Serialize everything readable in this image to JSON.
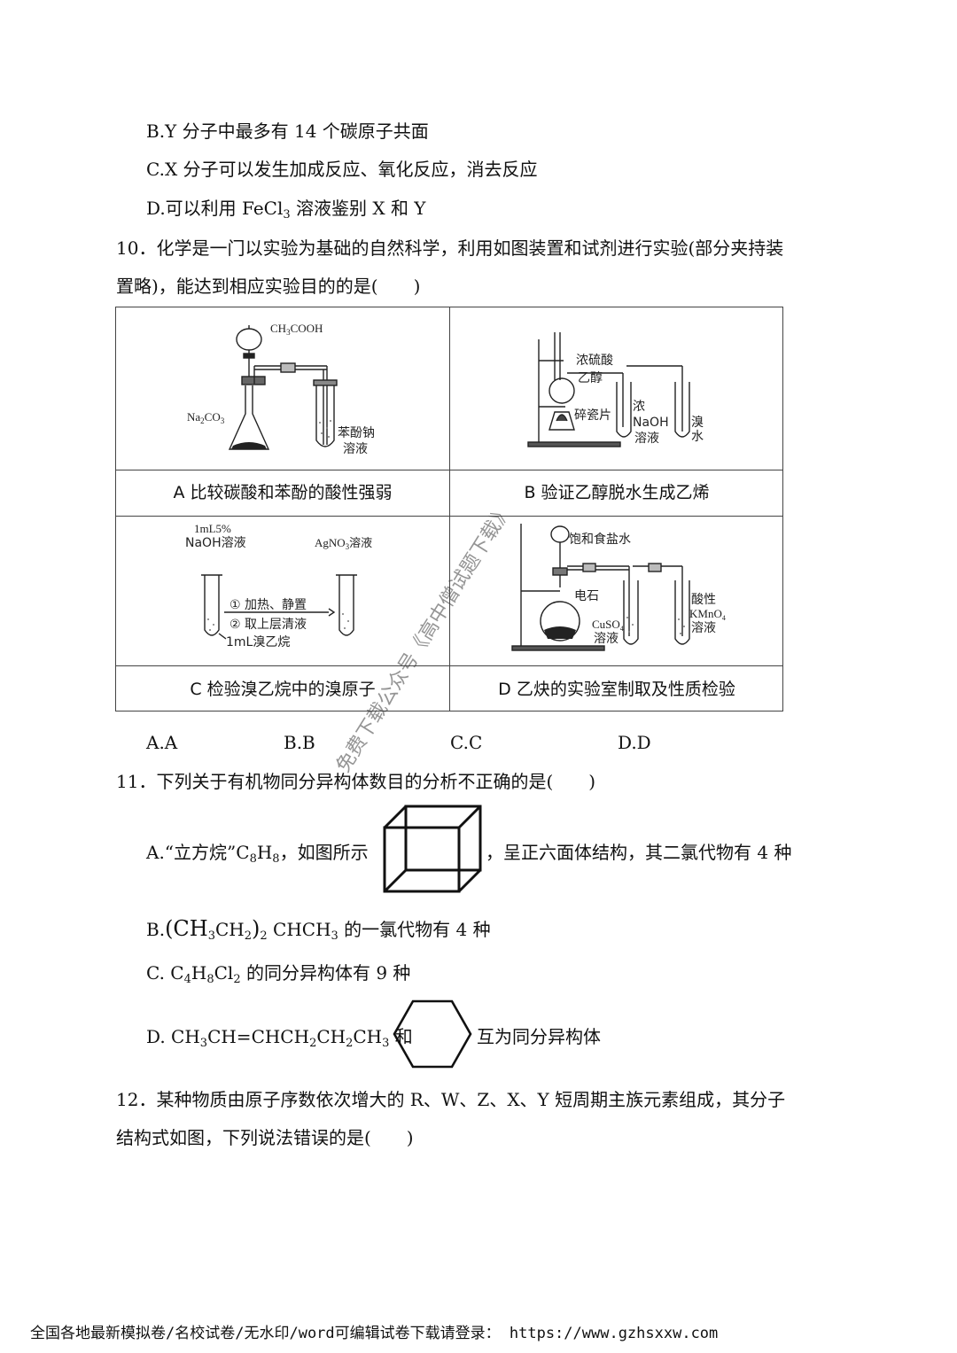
{
  "q9": {
    "opt_b": "B.Y 分子中最多有 14 个碳原子共面",
    "opt_c": "C.X 分子可以发生加成反应、氧化反应，消去反应",
    "opt_d_pre": "D.可以利用 FeCl",
    "opt_d_sub": "3",
    "opt_d_post": " 溶液鉴别 X 和 Y"
  },
  "q10": {
    "stem_line1": "10．化学是一门以实验为基础的自然科学，利用如图装置和试剂进行实验(部分夹持装",
    "stem_line2": "置略)，能达到相应实验目的的是(　　)",
    "cells": {
      "a_caption": "A 比较碳酸和苯酚的酸性强弱",
      "b_caption": "B 验证乙醇脱水生成乙烯",
      "c_caption": "C 检验溴乙烷中的溴原子",
      "d_caption": "D 乙炔的实验室制取及性质检验"
    },
    "labels": {
      "a_funnel": "CH",
      "a_funnel_sub": "3",
      "a_funnel_post": "COOH",
      "a_flask": "Na",
      "a_flask_sub1": "2",
      "a_flask_mid": "CO",
      "a_flask_sub2": "3",
      "a_tube1": "苯酚钠",
      "a_tube2": "溶液",
      "b_acid": "浓硫酸",
      "b_ethanol": "乙醇",
      "b_chips": "碎瓷片",
      "b_naoh1": "浓",
      "b_naoh2": "NaOH",
      "b_naoh3": "溶液",
      "b_br1": "溴",
      "b_br2": "水",
      "c_naoh1": "1mL5%",
      "c_naoh2": "NaOH溶液",
      "c_agno3_pre": "AgNO",
      "c_agno3_sub": "3",
      "c_agno3_post": "溶液",
      "c_step1": "① 加热、静置",
      "c_step2": "② 取上层清液",
      "c_bromo": "1mL溴乙烷",
      "d_brine": "饱和食盐水",
      "d_stone": "电石",
      "d_cuso4_pre": "CuSO",
      "d_cuso4_sub": "4",
      "d_cuso4_sol": "溶液",
      "d_kmno4_1": "酸性",
      "d_kmno4_2": "KMnO",
      "d_kmno4_sub": "4",
      "d_kmno4_3": "溶液"
    },
    "answers": [
      "A.A",
      "B.B",
      "C.C",
      "D.D"
    ]
  },
  "q11": {
    "stem": "11．下列关于有机物同分异构体数目的分析不正确的是(　　)",
    "opt_a_pre": "A.“立方烷”C",
    "opt_a_sub1": "8",
    "opt_a_mid": "H",
    "opt_a_sub2": "8",
    "opt_a_post": "，如图所示",
    "opt_a_tail": "，呈正六面体结构，其二氯代物有 4 种",
    "opt_b_1": "B.",
    "opt_b_2": "(CH",
    "opt_b_s1": "3",
    "opt_b_3": "CH",
    "opt_b_s2": "2",
    "opt_b_4": ")",
    "opt_b_s3": "2",
    "opt_b_5": " CHCH",
    "opt_b_s4": "3",
    "opt_b_6": " 的一氯代物有 4 种",
    "opt_c_1": "C. C",
    "opt_c_s1": "4",
    "opt_c_2": "H",
    "opt_c_s2": "8",
    "opt_c_3": "Cl",
    "opt_c_s3": "2",
    "opt_c_4": " 的同分异构体有 9 种",
    "opt_d_1": "D. CH",
    "opt_d_s1": "3",
    "opt_d_2": "CH=CHCH",
    "opt_d_s2": "2",
    "opt_d_3": "CH",
    "opt_d_s3": "2",
    "opt_d_4": "CH",
    "opt_d_s4": "3",
    "opt_d_5": " 和",
    "opt_d_tail": "互为同分异构体"
  },
  "q12": {
    "stem_line1": "12．某种物质由原子序数依次增大的 R、W、Z、X、Y 短周期主族元素组成，其分子",
    "stem_line2": "结构式如图，下列说法错误的是(　　)"
  },
  "watermark": "免费下载公众号《高中僧试题下载》",
  "footer": "全国各地最新模拟卷/名校试卷/无水印/word可编辑试卷下载请登录： https://www.gzhsxxw.com"
}
